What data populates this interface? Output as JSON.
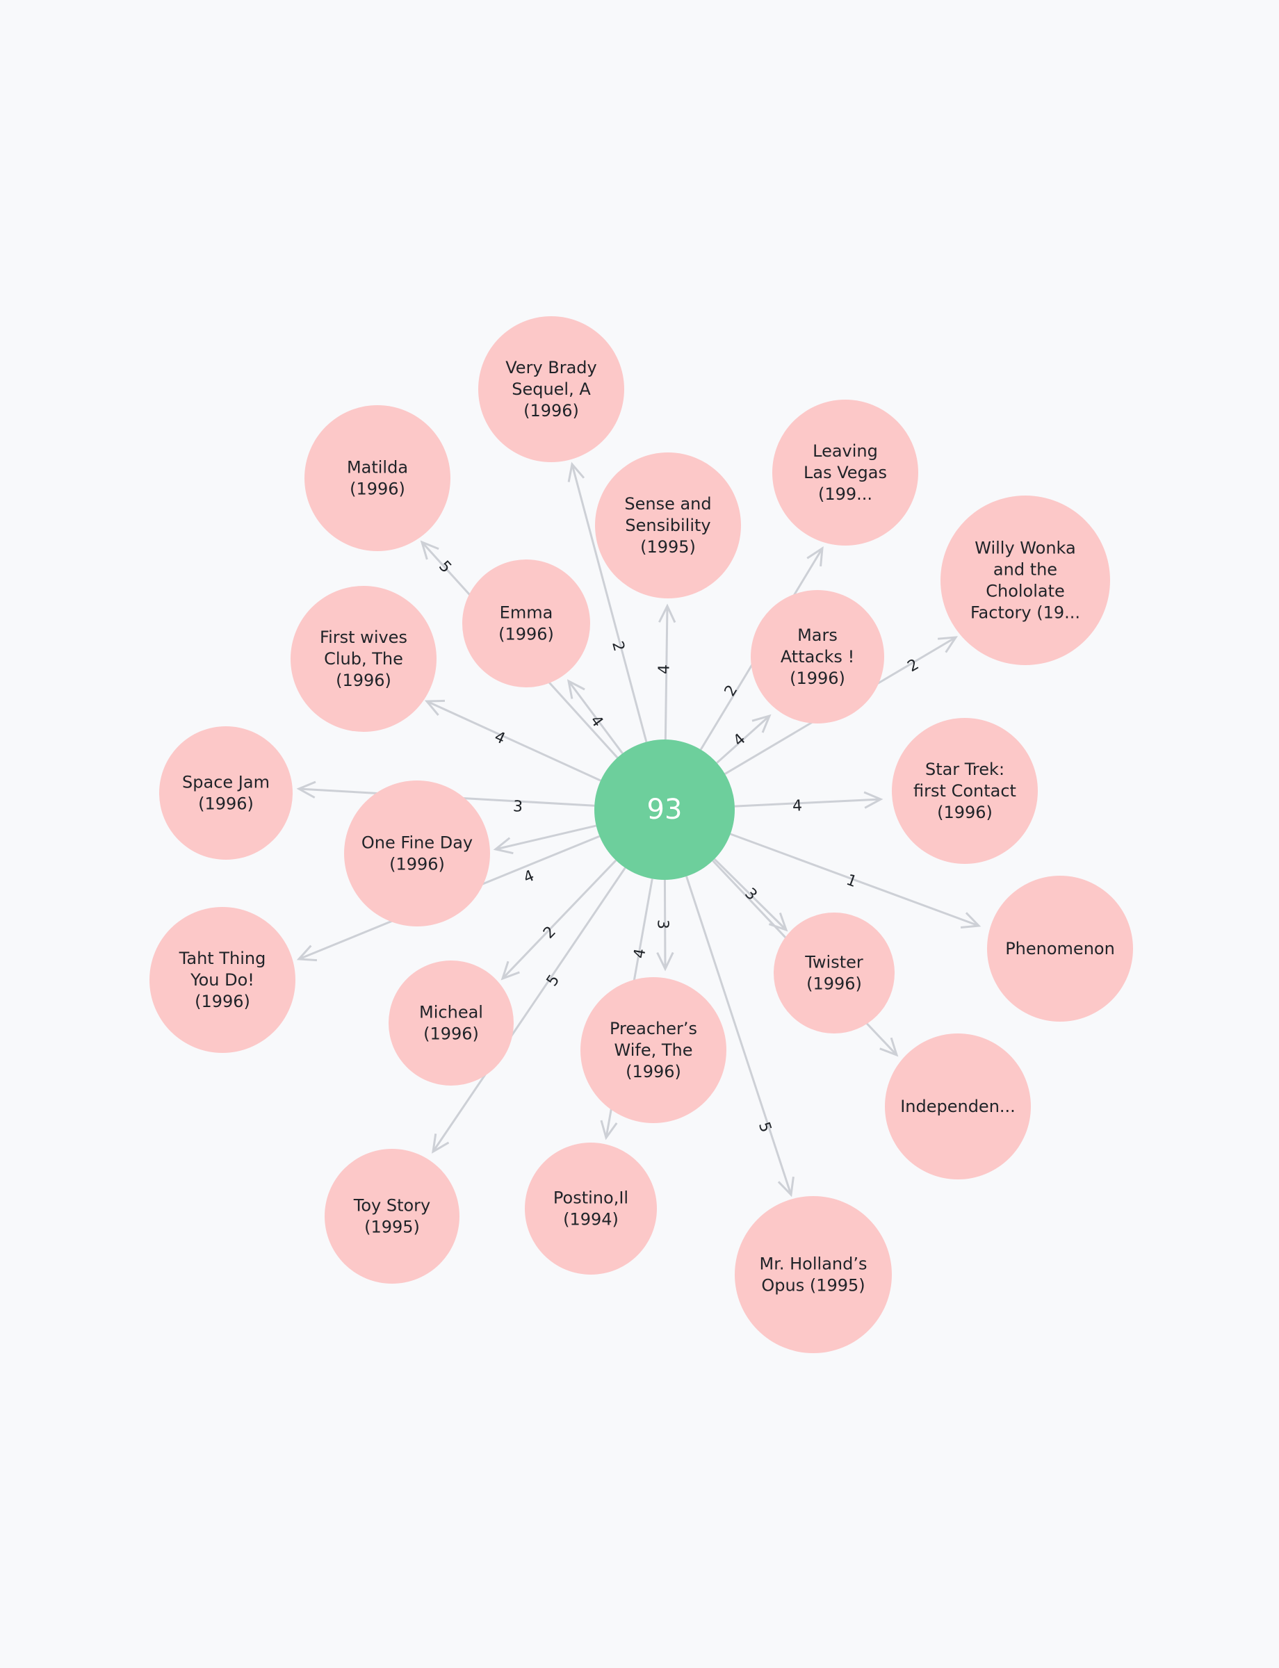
{
  "graph": {
    "center": {
      "id": "c",
      "label": "93"
    },
    "nodes": [
      {
        "id": "n1",
        "lines": [
          "Very Brady",
          "Sequel, A",
          "(1996)"
        ]
      },
      {
        "id": "n2",
        "lines": [
          "Matilda",
          "(1996)"
        ]
      },
      {
        "id": "n3",
        "lines": [
          "Sense and",
          "Sensibility",
          "(1995)"
        ]
      },
      {
        "id": "n4",
        "lines": [
          "Leaving",
          "Las Vegas",
          "(199..."
        ]
      },
      {
        "id": "n5",
        "lines": [
          "Willy Wonka",
          "and the",
          "Chololate",
          "Factory (19..."
        ]
      },
      {
        "id": "n6",
        "lines": [
          "Emma",
          "(1996)"
        ]
      },
      {
        "id": "n7",
        "lines": [
          "Mars",
          "Attacks !",
          "(1996)"
        ]
      },
      {
        "id": "n8",
        "lines": [
          "First wives",
          "Club, The",
          "(1996)"
        ]
      },
      {
        "id": "n9",
        "lines": [
          "Space Jam",
          "(1996)"
        ]
      },
      {
        "id": "n10",
        "lines": [
          "One Fine Day",
          "(1996)"
        ]
      },
      {
        "id": "n11",
        "lines": [
          "Star Trek:",
          "first Contact",
          "(1996)"
        ]
      },
      {
        "id": "n12",
        "lines": [
          "Phenomenon"
        ]
      },
      {
        "id": "n13",
        "lines": [
          "Taht Thing",
          "You Do!",
          "(1996)"
        ]
      },
      {
        "id": "n14",
        "lines": [
          "Micheal",
          "(1996)"
        ]
      },
      {
        "id": "n15",
        "lines": [
          "Twister",
          "(1996)"
        ]
      },
      {
        "id": "n16",
        "lines": [
          "Preacher’s",
          "Wife, The",
          "(1996)"
        ]
      },
      {
        "id": "n17",
        "lines": [
          "Independen..."
        ]
      },
      {
        "id": "n18",
        "lines": [
          "Toy Story",
          "(1995)"
        ]
      },
      {
        "id": "n19",
        "lines": [
          "Postino,Il",
          "(1994)"
        ]
      },
      {
        "id": "n20",
        "lines": [
          "Mr. Holland’s",
          "Opus (1995)"
        ]
      }
    ],
    "edges": [
      {
        "to": "n1",
        "label": "2"
      },
      {
        "to": "n2",
        "label": "5"
      },
      {
        "to": "n3",
        "label": "4"
      },
      {
        "to": "n4",
        "label": "2"
      },
      {
        "to": "n5",
        "label": "2"
      },
      {
        "to": "n6",
        "label": "4"
      },
      {
        "to": "n7",
        "label": "4"
      },
      {
        "to": "n8",
        "label": "4"
      },
      {
        "to": "n9",
        "label": "3"
      },
      {
        "to": "n10",
        "label": ""
      },
      {
        "to": "n11",
        "label": "4"
      },
      {
        "to": "n12",
        "label": "1"
      },
      {
        "to": "n13",
        "label": "4"
      },
      {
        "to": "n14",
        "label": "2"
      },
      {
        "to": "n15",
        "label": "3"
      },
      {
        "to": "n16",
        "label": "3"
      },
      {
        "to": "n17",
        "label": ""
      },
      {
        "to": "n18",
        "label": "5"
      },
      {
        "to": "n19",
        "label": "4"
      },
      {
        "to": "n20",
        "label": "5"
      }
    ]
  },
  "colors": {
    "background": "#f8f9fb",
    "node_fill": "#fcc8c8",
    "center_fill": "#6dcf9c",
    "edge": "#cdd0d6",
    "text": "#1f2328",
    "center_text": "#ffffff"
  }
}
